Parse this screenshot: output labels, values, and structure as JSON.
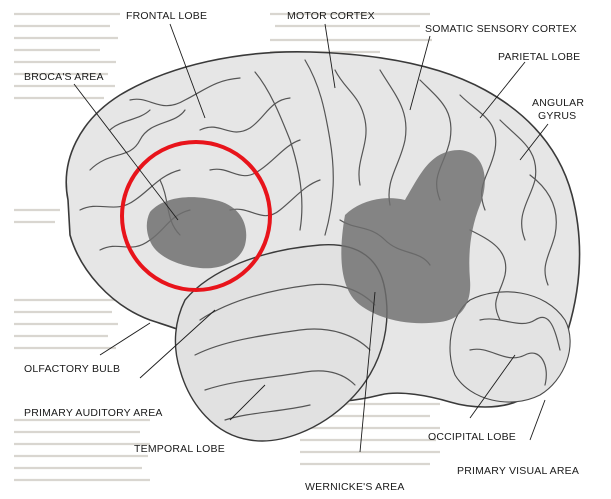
{
  "figure": {
    "labels": {
      "frontal_lobe": "FRONTAL LOBE",
      "motor_cortex": "MOTOR CORTEX",
      "somatic_sensory_cortex": "SOMATIC SENSORY CORTEX",
      "brocas_area": "BROCA'S AREA",
      "parietal_lobe": "PARIETAL LOBE",
      "angular_gyrus_line1": "ANGULAR",
      "angular_gyrus_line2": "GYRUS",
      "olfactory_bulb": "OLFACTORY BULB",
      "primary_auditory_area": "PRIMARY AUDITORY AREA",
      "temporal_lobe": "TEMPORAL LOBE",
      "occipital_lobe": "OCCIPITAL LOBE",
      "primary_visual_area": "PRIMARY VISUAL AREA",
      "wernickes_area": "WERNICKE'S AREA"
    },
    "colors": {
      "brain_fill": "#e4e4e4",
      "brain_outline": "#3a3a3a",
      "gyri_lines": "#5a5a5a",
      "shaded_area": "#6e6e6e",
      "highlight_circle": "#e8141b",
      "background_page": "#f4f2ee"
    }
  }
}
